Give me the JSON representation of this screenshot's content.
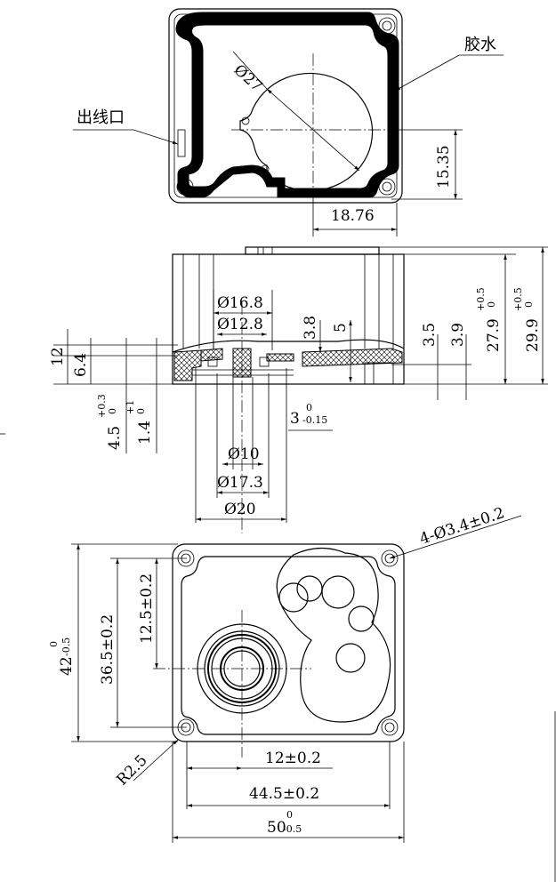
{
  "labels": {
    "glue": "胶水",
    "cable_outlet": "出线口"
  },
  "top_view": {
    "dia_27": "Ø27",
    "offset_y": "15.35",
    "offset_x": "18.76"
  },
  "section_view": {
    "dia_16_8": "Ø16.8",
    "dia_12_8": "Ø12.8",
    "d_3_8": "3.8",
    "d_5": "5",
    "d_3_5": "3.5",
    "d_3_9": "3.9",
    "h_27_9": "27.9",
    "h_27_9_tol_upper": "+0.5",
    "h_27_9_tol_lower": "0",
    "h_29_9": "29.9",
    "h_29_9_tol_upper": "+0.5",
    "h_29_9_tol_lower": "0",
    "d_12": "12",
    "d_6_4": "6.4",
    "d_4_5": "4.5",
    "d_4_5_tol_upper": "+0.3",
    "d_4_5_tol_lower": "0",
    "d_1_4": "1.4",
    "d_1_4_tol_upper": "+1",
    "d_1_4_tol_lower": "0",
    "d_3": "3",
    "d_3_tol_upper": "0",
    "d_3_tol_lower": "-0.15",
    "dia_10": "Ø10",
    "dia_17_3": "Ø17.3",
    "dia_20": "Ø20"
  },
  "bottom_view": {
    "holes": "4-Ø3.4±0.2",
    "h_42": "42",
    "h_42_tol_upper": "0",
    "h_42_tol_lower": "-0.5",
    "h_36_5": "36.5±0.2",
    "h_12_5": "12.5±0.2",
    "radius": "R2.5",
    "w_12": "12±0.2",
    "w_44_5": "44.5±0.2",
    "w_50": "50",
    "w_50_tol_upper": "0",
    "w_50_tol_lower": "-0.5"
  }
}
